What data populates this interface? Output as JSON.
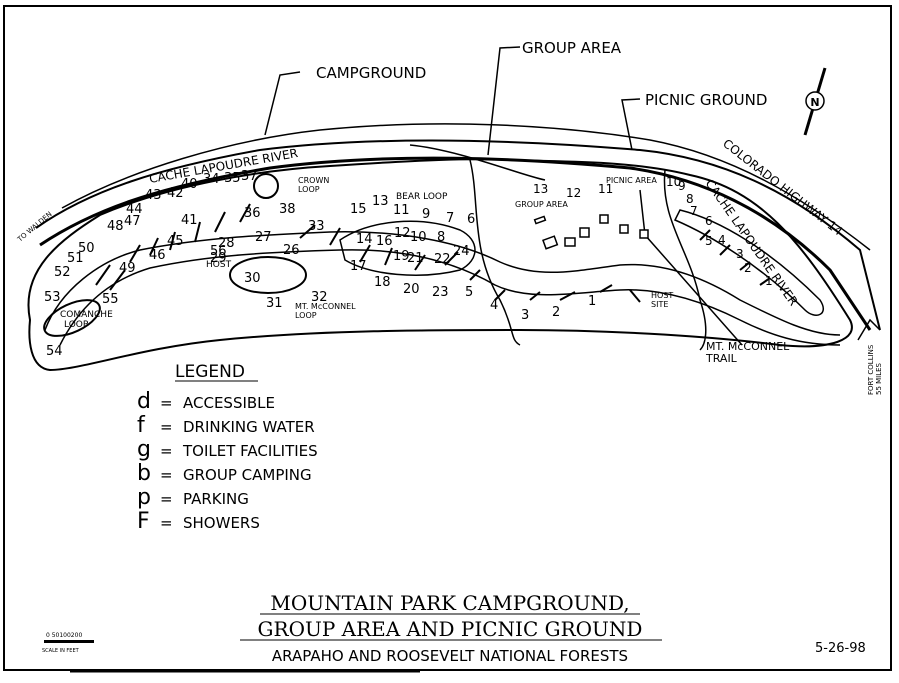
{
  "area_labels": {
    "campground": "CAMPGROUND",
    "group_area": "GROUP AREA",
    "picnic_ground": "PICNIC GROUND",
    "river": "CACHE LAPOUDRE RIVER",
    "river_east": "CACHE LAPOUDRE RIVER",
    "highway": "COLORADO HIGHWAY 14",
    "to_walden": "TO WALDEN",
    "fort_collins": "FORT COLLINS",
    "fort_collins_miles": "55 MILES",
    "crown_loop": "CROWN",
    "crown_loop2": "LOOP",
    "bear_loop": "BEAR LOOP",
    "comanche_loop": "COMANCHE",
    "comanche_loop2": "LOOP",
    "mcconnel_loop": "MT. McCONNEL",
    "mcconnel_loop2": "LOOP",
    "host": "HOST",
    "host_site": "HOST",
    "host_site2": "SITE",
    "picnic_area": "PICNIC AREA",
    "group_area_small": "GROUP AREA",
    "trail": "MT. McCONNEL",
    "trail2": "TRAIL",
    "north": "N"
  },
  "sites": [
    "1",
    "2",
    "3",
    "4",
    "5",
    "6",
    "7",
    "8",
    "9",
    "10",
    "11",
    "12",
    "13",
    "14",
    "15",
    "16",
    "17",
    "18",
    "19",
    "20",
    "21",
    "22",
    "23",
    "24",
    "25",
    "26",
    "27",
    "28",
    "29",
    "30",
    "31",
    "32",
    "33",
    "34",
    "35",
    "36",
    "37",
    "38",
    "40",
    "41",
    "42",
    "43",
    "44",
    "45",
    "46",
    "47",
    "48",
    "49",
    "50",
    "51",
    "52",
    "53",
    "54",
    "55",
    "56"
  ],
  "picnic_sites": [
    "1",
    "2",
    "3",
    "4",
    "5",
    "6",
    "7",
    "8",
    "9",
    "10",
    "11",
    "12",
    "13"
  ],
  "legend": {
    "title": "LEGEND",
    "items": [
      {
        "symbol": "d",
        "label": "ACCESSIBLE"
      },
      {
        "symbol": "f",
        "label": "DRINKING WATER"
      },
      {
        "symbol": "g",
        "label": "TOILET FACILITIES"
      },
      {
        "symbol": "b",
        "label": "GROUP CAMPING"
      },
      {
        "symbol": "p",
        "label": "PARKING"
      },
      {
        "symbol": "F",
        "label": "SHOWERS"
      }
    ]
  },
  "title": {
    "line1": "MOUNTAIN PARK CAMPGROUND,",
    "line2": "GROUP AREA AND PICNIC GROUND",
    "line3": "ARAPAHO AND ROOSEVELT NATIONAL FORESTS"
  },
  "scale": {
    "ticks": "0  50100200",
    "label": "SCALE IN FEET"
  },
  "date": "5-26-98"
}
